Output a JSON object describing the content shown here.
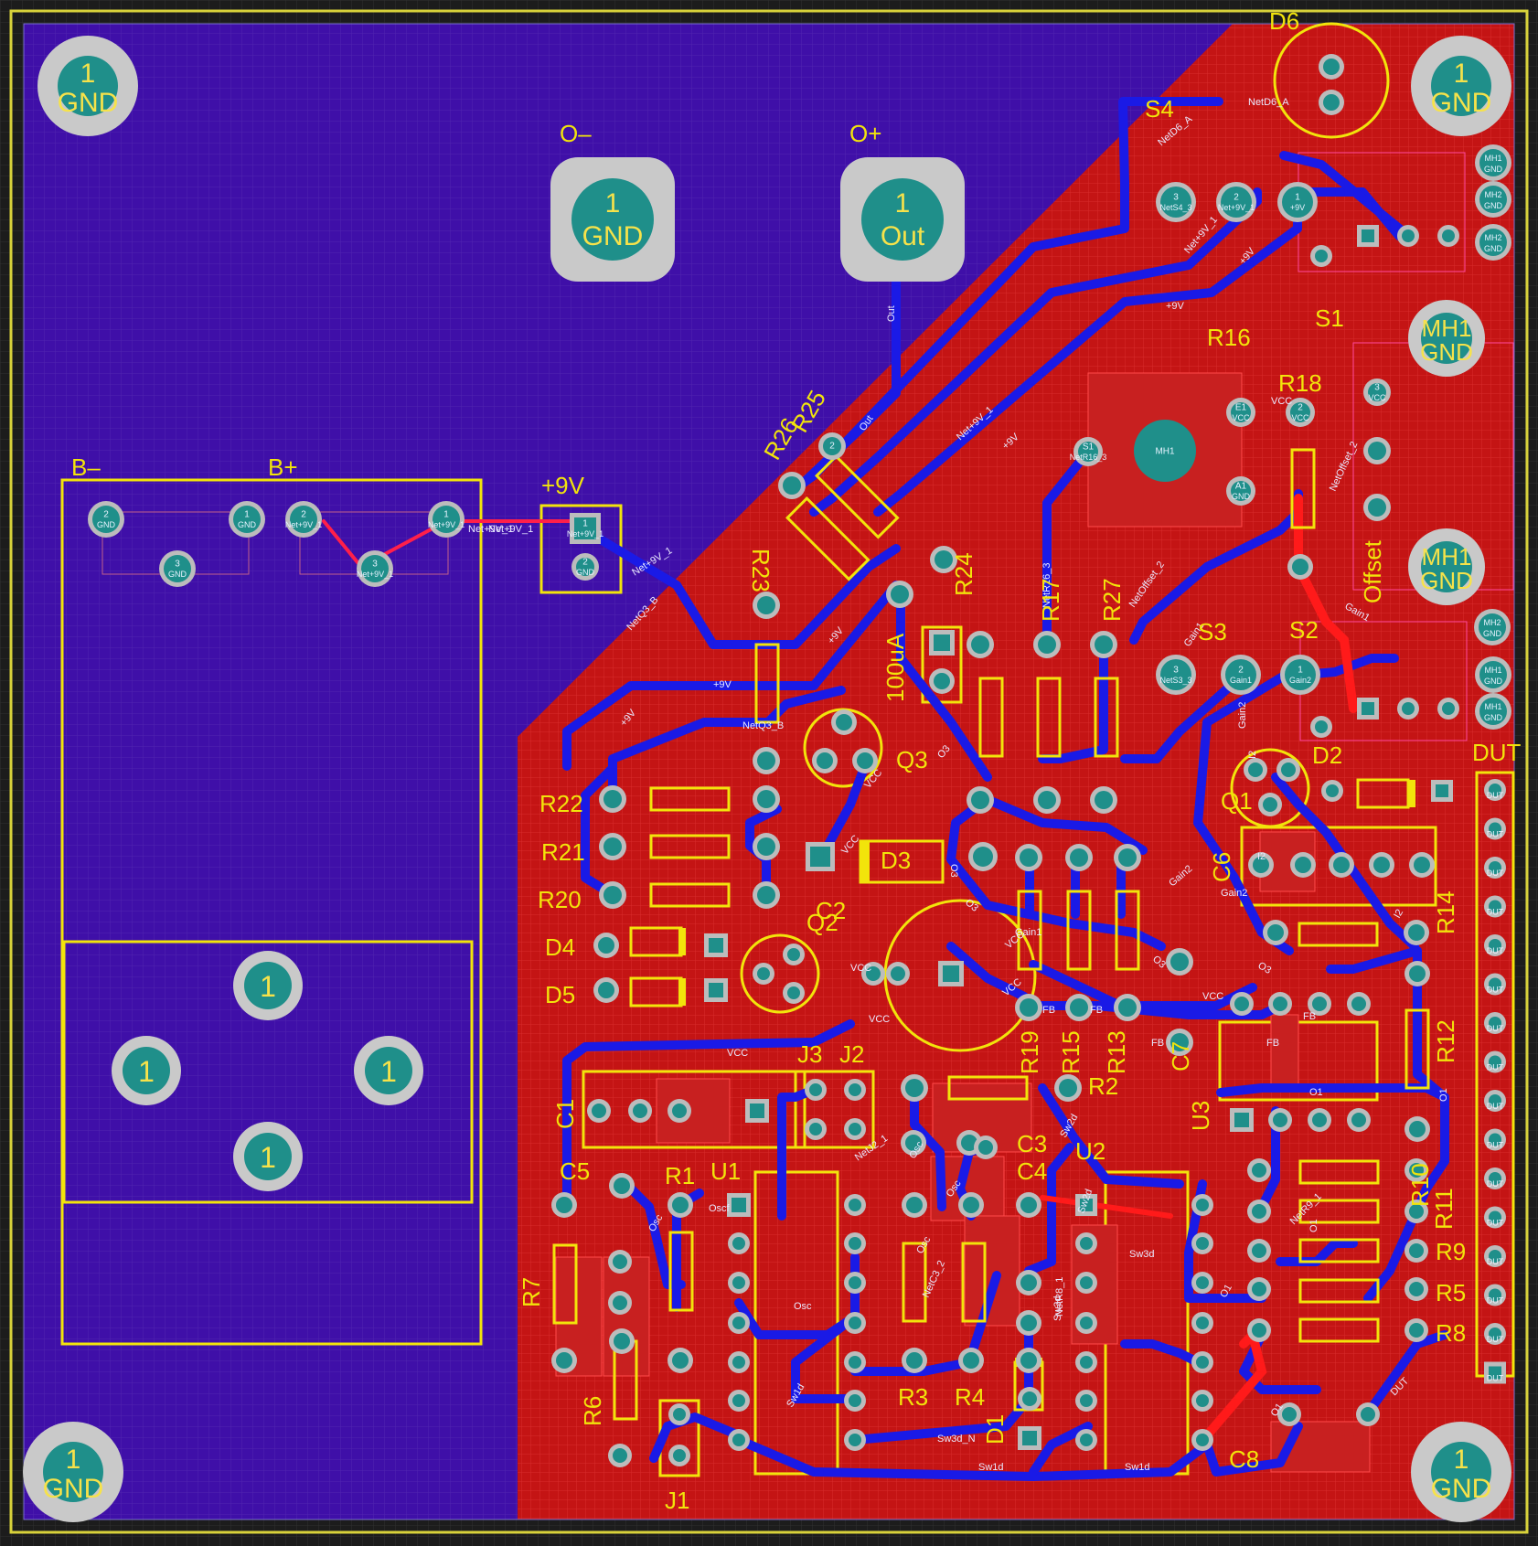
{
  "colors": {
    "background": "#1c1c1c",
    "bottom_pour": "#3f0fa8",
    "top_pour": "#c41414",
    "silkscreen": "#f2e40b",
    "bottom_trace": "#1a1ae6",
    "top_trace": "#ff1a1a",
    "pad_ring": "#bcbcbc",
    "pad_center": "#1f8f8a"
  },
  "mounting_holes": [
    {
      "id": "mh-top-left",
      "num": "1",
      "net": "GND"
    },
    {
      "id": "mh-top-right",
      "num": "1",
      "net": "GND"
    },
    {
      "id": "mh-bottom-left",
      "num": "1",
      "net": "GND"
    },
    {
      "id": "mh-bottom-right",
      "num": "1",
      "net": "GND"
    }
  ],
  "terminals": {
    "o_minus": {
      "label": "O–",
      "num": "1",
      "net": "GND"
    },
    "o_plus": {
      "label": "O+",
      "num": "1",
      "net": "Out"
    }
  },
  "battery": {
    "b_minus": "B–",
    "b_plus": "B+",
    "pads": [
      {
        "num": "2",
        "net": "GND"
      },
      {
        "num": "1",
        "net": "GND"
      },
      {
        "num": "3",
        "net": "GND"
      },
      {
        "num": "2",
        "net": "Net+9V_1"
      },
      {
        "num": "1",
        "net": "Net+9V_1"
      },
      {
        "num": "3",
        "net": "Net+9V_1"
      }
    ],
    "holder_pads": [
      "1",
      "1",
      "1",
      "1"
    ]
  },
  "power_conn": {
    "label": "+9V",
    "pad1": "Net+9V_1",
    "pad2": "GND",
    "trace_label": "Net+9V_1"
  },
  "designators": [
    "D6",
    "S4",
    "S1",
    "R16",
    "R18",
    "R25",
    "R26",
    "R23",
    "R24",
    "R17",
    "R27",
    "S3",
    "S2",
    "100uA",
    "Q3",
    "D2",
    "Q1",
    "DUT",
    "R22",
    "R21",
    "R20",
    "D3",
    "C2",
    "Q2",
    "D4",
    "D5",
    "C6",
    "R14",
    "R12",
    "R19",
    "R15",
    "R13",
    "C7",
    "U3",
    "J3",
    "J2",
    "R2",
    "C1",
    "C3",
    "U2",
    "C4",
    "C5",
    "R1",
    "U1",
    "R7",
    "R6",
    "J1",
    "R3",
    "R4",
    "D1",
    "C8",
    "R10",
    "R11",
    "R9",
    "R5",
    "R8",
    "MH1",
    "Offset"
  ],
  "switch_pads": {
    "s4": [
      {
        "num": "3",
        "net": "NetS4_3"
      },
      {
        "num": "2",
        "net": "Net+9V_1"
      },
      {
        "num": "1",
        "net": "+9V"
      }
    ],
    "s3": [
      {
        "num": "3",
        "net": "NetS3_3"
      },
      {
        "num": "2",
        "net": "Gain1"
      },
      {
        "num": "1",
        "net": "Gain2"
      }
    ],
    "mh_labels": [
      {
        "top": "MH1",
        "bot": "GND"
      },
      {
        "top": "MH2",
        "bot": "GND"
      },
      {
        "top": "MH2",
        "bot": "GND"
      },
      {
        "top": "MH2",
        "bot": "GND"
      },
      {
        "top": "MH1",
        "bot": "GND"
      },
      {
        "top": "MH1",
        "bot": "GND"
      },
      {
        "top": "MH2",
        "bot": "GND"
      }
    ]
  },
  "net_labels": [
    "NetD6_A",
    "Net+9V_1",
    "+9V",
    "+9V",
    "Out",
    "Out",
    "NetD6_A",
    "Net+9V_1",
    "+9V",
    "NetQ3_B",
    "+9V",
    "+9V",
    "+9V",
    "NetQ3_B",
    "VCC",
    "VCC",
    "O3",
    "O3",
    "O3",
    "O3",
    "O3",
    "Gain1",
    "Gain1",
    "Gain2",
    "Gain2",
    "Gain2",
    "Gain1",
    "I2",
    "I2",
    "I2",
    "VCC",
    "VCC",
    "VCC",
    "VCC",
    "VCC",
    "FB",
    "FB",
    "FB",
    "FB",
    "FB",
    "O1",
    "O1",
    "O1",
    "O1",
    "O1",
    "Osc",
    "Osc",
    "Osc",
    "Osc",
    "Osc",
    "Sw2d",
    "Sw2d",
    "Sw3d",
    "Sw3d",
    "Sw3d_N",
    "Sw1d",
    "Sw1d",
    "Sw1d",
    "NetJ2_1",
    "NetC3_2",
    "NetR8_1",
    "NetR9_1",
    "DUT",
    "VCC",
    "NetOffset_2",
    "NetOffset_2",
    "NetR16_3",
    "Oscf",
    "Net+9V_1",
    "Net+9V_1",
    "VCC"
  ],
  "dut_pins": [
    "DUT",
    "DUT",
    "DUT",
    "DUT",
    "DUT",
    "DUT",
    "DUT",
    "DUT",
    "DUT",
    "DUT",
    "DUT",
    "DUT",
    "DUT",
    "DUT",
    "DUT",
    "DUT"
  ],
  "pot_pads": [
    {
      "num": "E1",
      "net": "VCC"
    },
    {
      "num": "S1",
      "net": "NetR16_3"
    },
    {
      "num": "A1",
      "net": "GND"
    }
  ],
  "r18_pads": [
    {
      "num": "3",
      "net": "VCC"
    },
    {
      "num": "2",
      "net": "VCC"
    }
  ]
}
